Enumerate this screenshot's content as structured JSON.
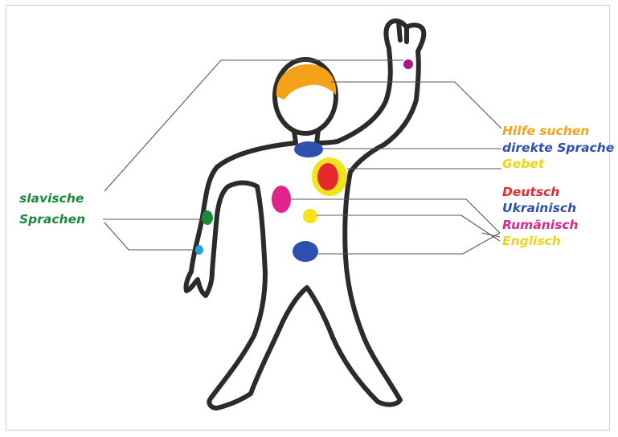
{
  "labels": {
    "right_top": [
      {
        "text": "Hilfe suchen",
        "color": "#f5a21b"
      },
      {
        "text": "direkte Sprache",
        "color": "#2d4fb0"
      },
      {
        "text": "Gebet",
        "color": "#f0d21a"
      }
    ],
    "right_bottom": [
      {
        "text": "Deutsch",
        "color": "#e5282d"
      },
      {
        "text": "Ukrainisch",
        "color": "#2d4fb0"
      },
      {
        "text": "Rumänisch",
        "color": "#e0248c"
      },
      {
        "text": "Englisch",
        "color": "#f0d21a"
      }
    ],
    "left": [
      {
        "text": "slavische",
        "color": "#1a8a3c"
      },
      {
        "text": "Sprachen",
        "color": "#1a8a3c"
      }
    ]
  },
  "marks": {
    "hair": "#f5a21b",
    "hand": "#a6198a",
    "neck": "#2d4fb0",
    "heart_outer": "#f3e31a",
    "heart_inner": "#e5282d",
    "chest_left": "#e0248c",
    "belly_yellow": "#f3e31a",
    "belly_blue": "#2d4fb0",
    "left_arm_green": "#1a8a3c",
    "left_wrist_blue": "#2aa3dc"
  },
  "outline_color": "#2b2b2b",
  "line_color": "#555555"
}
